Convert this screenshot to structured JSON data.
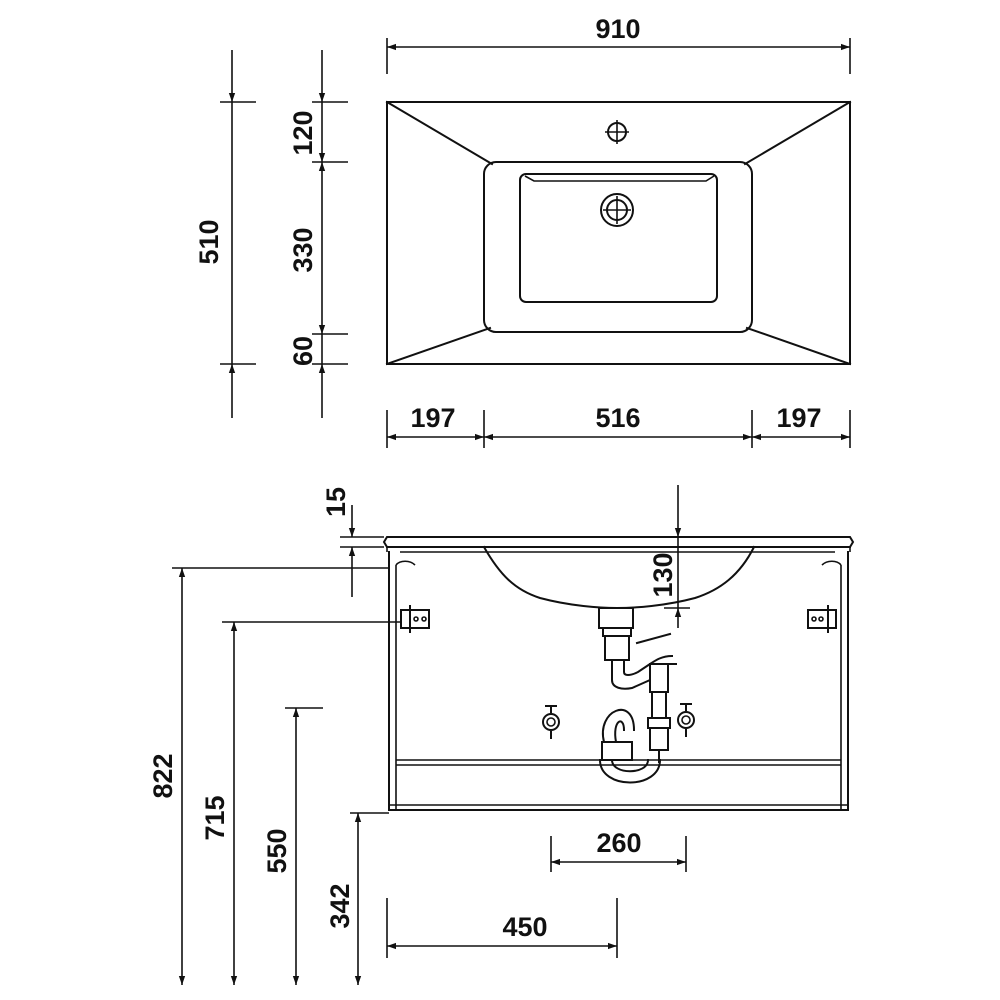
{
  "top_view": {
    "dims": {
      "overall_width": "910",
      "overall_depth": "510",
      "front_to_tap": "120",
      "basin_depth": "330",
      "basin_to_back": "60",
      "left_margin": "197",
      "basin_width": "516",
      "right_margin": "197"
    }
  },
  "front_view": {
    "dims": {
      "top_thickness": "15",
      "bowl_depth": "130",
      "total_height": "822",
      "hanger_height": "715",
      "wall_outlet_height": "550",
      "cabinet_bottom_height": "342",
      "valve_spacing": "260",
      "waste_offset": "450"
    }
  }
}
